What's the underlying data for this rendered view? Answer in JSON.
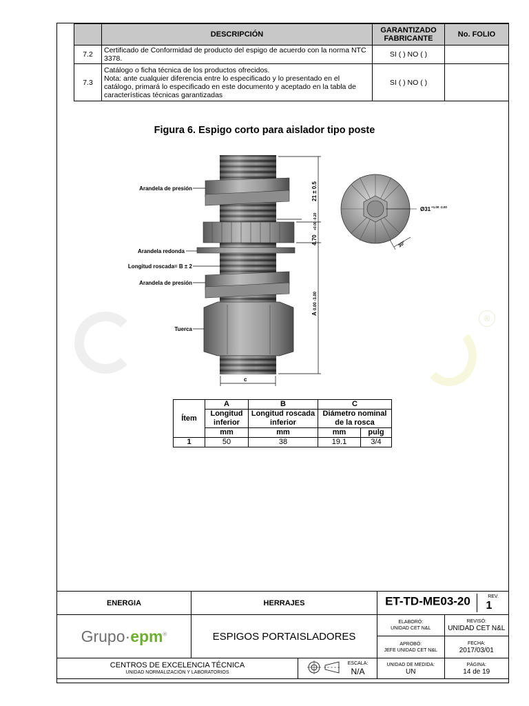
{
  "requirements": {
    "headers": [
      "",
      "DESCRIPCIÓN",
      "GARANTIZADO FABRICANTE",
      "No. FOLIO"
    ],
    "rows": [
      {
        "num": "7.2",
        "description": "Certificado de Conformidad de producto del espigo de acuerdo con la norma NTC 3378.",
        "guaranteed": "SI ( ) NO ( )",
        "folio": ""
      },
      {
        "num": "7.3",
        "description": "Catálogo o ficha técnica de los productos ofrecidos.\nNota: ante cualquier diferencia entre lo especificado y lo presentado en el catálogo, primará lo especificado en este documento y aceptado en la tabla de características técnicas garantizadas",
        "guaranteed": "SI ( ) NO ( )",
        "folio": ""
      }
    ]
  },
  "figure": {
    "title": "Figura 6. Espigo corto para aislador tipo poste",
    "labels": {
      "washer_top": "Arandela de presión",
      "washer_round": "Arandela redonda",
      "thread_length": "Longitud roscada= B ± 2",
      "washer_bottom": "Arandela de presión",
      "nut": "Tuerca",
      "c_dim": "c",
      "dim_21": "21 ± 0.5",
      "dim_470": "4.70",
      "dim_470_tol": "+0.00 -0.20",
      "dim_A": "A",
      "dim_A_tol": "0.00 -3.00",
      "diameter": "Ø31",
      "diameter_tol": "+1.00 -2.00",
      "angle": "30°"
    }
  },
  "dimensions": {
    "item_header": "Ítem",
    "col_a": "A",
    "col_b": "B",
    "col_c": "C",
    "a_desc": "Longitud inferior",
    "b_desc": "Longitud roscada inferior",
    "c_desc": "Diámetro nominal de la rosca",
    "unit_mm": "mm",
    "unit_pulg": "pulg",
    "row": {
      "item": "1",
      "a": "50",
      "b": "38",
      "c_mm": "19.1",
      "c_pulg": "3/4"
    }
  },
  "title_block": {
    "area": "ENERGIA",
    "category": "HERRAJES",
    "code": "ET-TD-ME03-20",
    "rev_label": "REV.",
    "rev": "1",
    "logo_text_1": "Grupo",
    "logo_text_2": "epm",
    "subject": "ESPIGOS PORTAISLADORES",
    "elaboro_label": "ELABORÓ:",
    "elaboro": "UNIDAD CET N&L",
    "reviso_label": "REVISÓ:",
    "reviso": "UNIDAD CET N&L",
    "aprobo_label": "APROBÓ:",
    "aprobo": "JEFE UNIDAD CET N&L",
    "fecha_label": "FECHA:",
    "fecha": "2017/03/01",
    "center_name": "CENTROS DE EXCELENCIA TÉCNICA",
    "center_sub": "UNIDAD NORMALIZACIÓN Y LABORATORIOS",
    "escala_label": "ESCALA:",
    "escala": "N/A",
    "unidad_label": "UNIDAD DE MEDIDA:",
    "unidad": "UN",
    "pagina_label": "PÁGINA:",
    "pagina": "14 de 19"
  }
}
